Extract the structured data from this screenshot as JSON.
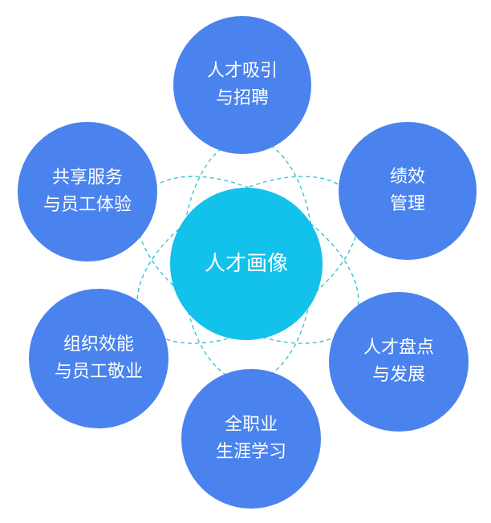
{
  "diagram": {
    "center": {
      "label": "人才画像"
    },
    "nodes": [
      {
        "id": "recruitment",
        "lines": [
          "人才吸引",
          "与招聘"
        ]
      },
      {
        "id": "performance",
        "lines": [
          "绩效",
          "管理"
        ]
      },
      {
        "id": "talent-review",
        "lines": [
          "人才盘点",
          "与发展"
        ]
      },
      {
        "id": "career-learning",
        "lines": [
          "全职业",
          "生涯学习"
        ]
      },
      {
        "id": "org-effectiveness",
        "lines": [
          "组织效能",
          "与员工敬业"
        ]
      },
      {
        "id": "shared-services",
        "lines": [
          "共享服务",
          "与员工体验"
        ]
      }
    ],
    "colors": {
      "outer_node": "#4a83ee",
      "center_node": "#12c2ea",
      "connector": "#39c3d2"
    }
  }
}
